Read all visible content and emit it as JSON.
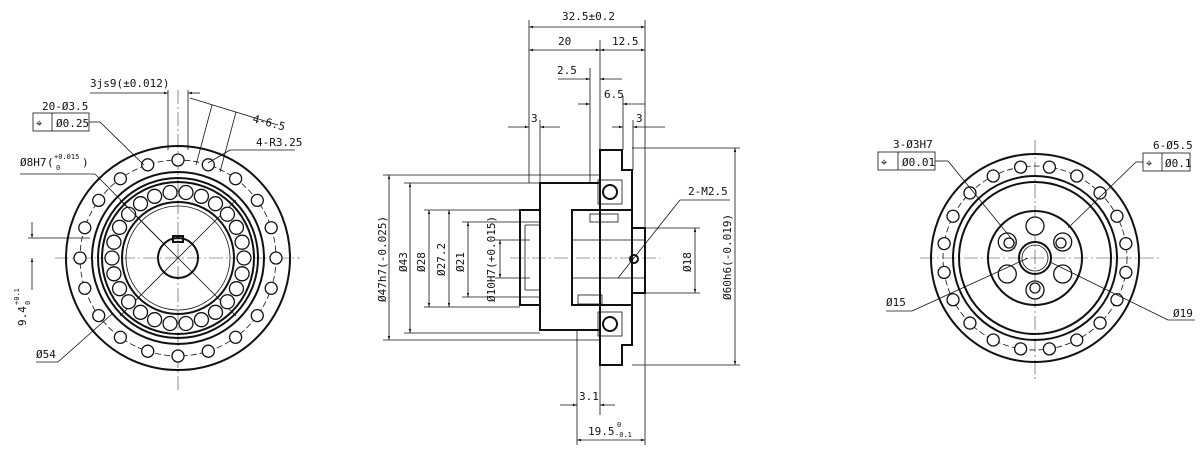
{
  "front_view": {
    "slot_width": "3js9(±0.012)",
    "holes_count": "20-Ø3.5",
    "holes_tolerance": "Ø0.25",
    "ear_width": "4-6.5",
    "ear_radius": "4-R3.25",
    "bore": "Ø8H7",
    "bore_tol_upper": "+0.015",
    "bore_tol_lower": "0",
    "key_depth": "9.4",
    "key_tol_upper": "+0.1",
    "key_tol_lower": "0",
    "bolt_circle": "Ø54"
  },
  "side_view": {
    "overall_length": "32.5±0.2",
    "len_20": "20",
    "len_12_5": "12.5",
    "len_2_5": "2.5",
    "len_6_5": "6.5",
    "len_3_left": "3",
    "len_3_right": "3",
    "len_3_1": "3.1",
    "len_19_5": "19.5",
    "len_19_5_tol_upper": "0",
    "len_19_5_tol_lower": "-0.1",
    "dia_47": "Ø47h7(-0.025)",
    "dia_43": "Ø43",
    "dia_28": "Ø28",
    "dia_27_2": "Ø27.2",
    "dia_21": "Ø21",
    "dia_10": "Ø10H7(+0.015)",
    "thread": "2-M2.5",
    "dia_18": "Ø18",
    "dia_60": "Ø60h6(-0.019)"
  },
  "rear_view": {
    "pin_holes": "3-Ø3H7",
    "pin_tolerance": "Ø0.01",
    "holes": "6-Ø5.5",
    "holes_tolerance": "Ø0.1",
    "dia_15": "Ø15",
    "dia_19": "Ø19"
  },
  "symbols": {
    "position": "⌖"
  }
}
